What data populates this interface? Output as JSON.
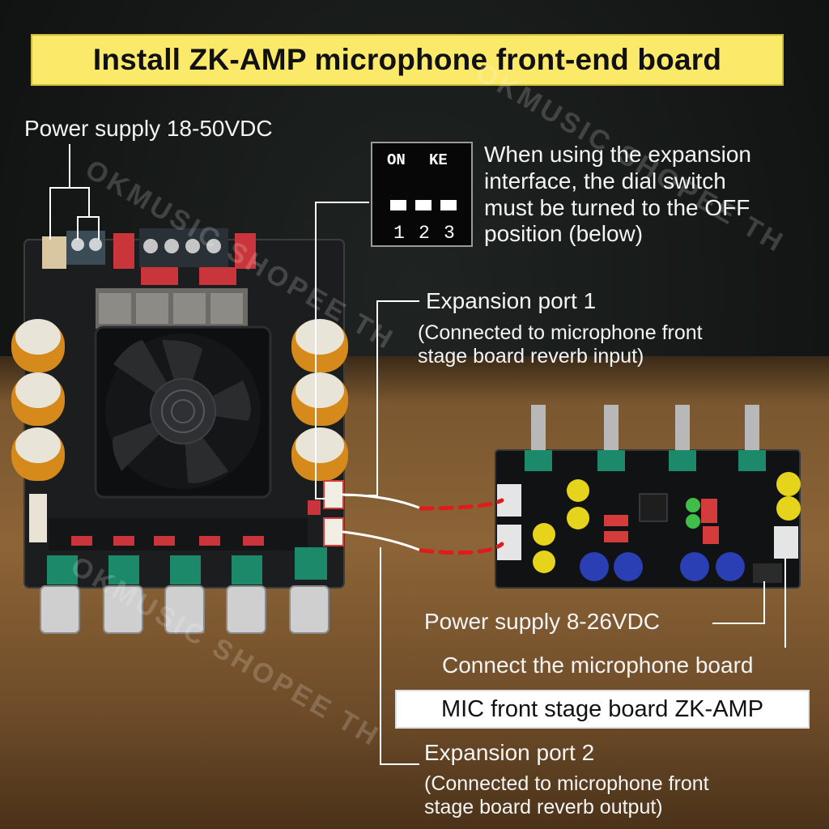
{
  "title": "Install ZK-AMP microphone front-end board",
  "labels": {
    "power_main": "Power supply 18-50VDC",
    "dial_note": [
      "When using the expansion",
      "interface, the dial switch",
      "must be turned to the OFF",
      "position (below)"
    ],
    "port1_title": "Expansion port 1",
    "port1_desc": [
      "(Connected to microphone front",
      "stage board reverb input)"
    ],
    "power_mic": "Power supply 8-26VDC",
    "connect_mic": "Connect the microphone board",
    "mic_board": "MIC front stage board ZK-AMP",
    "port2_title": "Expansion port 2",
    "port2_desc": [
      "(Connected to microphone front",
      "stage board reverb output)"
    ]
  },
  "dip_switch": {
    "header_left": "ON",
    "header_right": "KE",
    "numbers": [
      "1",
      "2",
      "3"
    ]
  },
  "watermarks": [
    "OKMUSIC SHOPEE TH",
    "OKMUSIC SHOPEE TH",
    "OKMUSIC SHOPEE TH"
  ],
  "colors": {
    "title_bg": "#fbe96a",
    "line": "#ffffff",
    "cable_dash": "#e01b1b"
  }
}
